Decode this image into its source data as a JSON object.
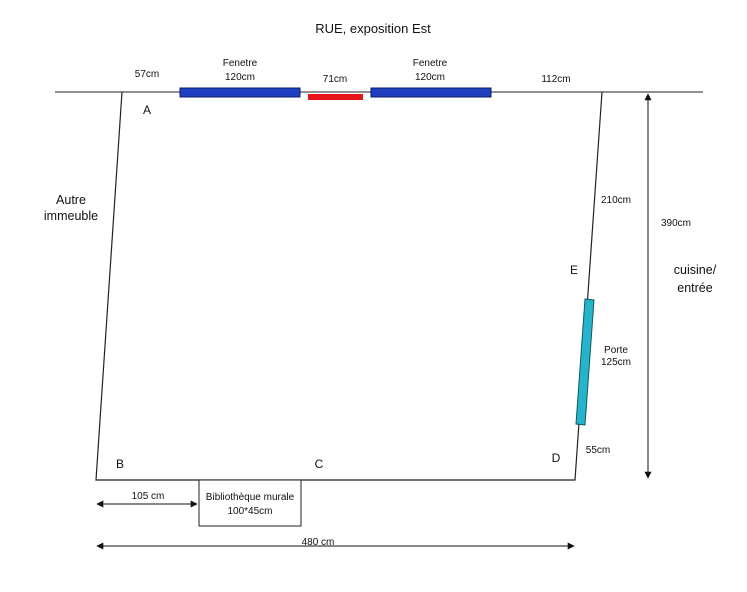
{
  "title": "RUE, exposition Est",
  "colors": {
    "window": "#1f3fbf",
    "window_stroke": "#0b1c6e",
    "red_segment": "#e8141b",
    "door": "#27b3c9",
    "door_stroke": "#0b5b68",
    "line": "#222222"
  },
  "top_wall": {
    "seg_left": "57cm",
    "window_left": {
      "name": "Fenetre",
      "size": "120cm"
    },
    "seg_middle": "71cm",
    "window_right": {
      "name": "Fenetre",
      "size": "120cm"
    },
    "seg_right": "112cm"
  },
  "corners": {
    "a": "A",
    "b": "B",
    "c": "C",
    "d": "D",
    "e": "E"
  },
  "left_side": {
    "line1": "Autre",
    "line2": "immeuble"
  },
  "right_wall": {
    "upper": "210cm",
    "door": {
      "name": "Porte",
      "size": "125cm"
    },
    "lower": "55cm"
  },
  "height_dim": "390cm",
  "right_side": {
    "line1": "cuisine/",
    "line2": "entrée"
  },
  "bottom": {
    "offset": "105 cm",
    "shelf": {
      "name": "Bibliothèque murale",
      "size": "100*45cm"
    },
    "total": "480 cm"
  }
}
